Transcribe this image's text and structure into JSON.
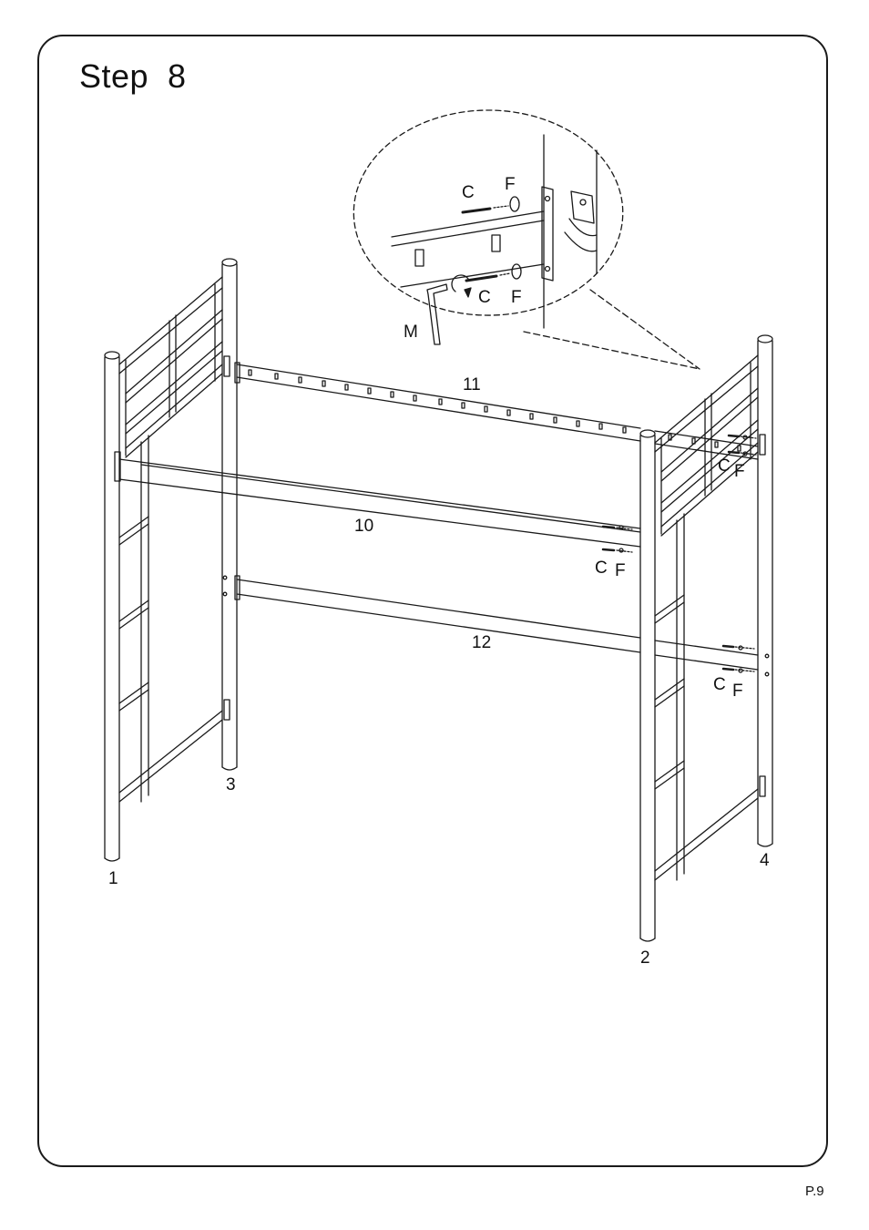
{
  "title": "Step  8",
  "page_number": "P.9",
  "detail_labels": {
    "screw_top": "C",
    "washer_top": "F",
    "screw_bottom": "C",
    "washer_bottom": "F",
    "allen_key": "M"
  },
  "part_labels": {
    "rail_back": "11",
    "rail_front": "10",
    "rail_lower": "12",
    "post_1": "1",
    "post_2": "2",
    "post_3": "3",
    "post_4": "4"
  },
  "hardware_labels": {
    "right_back_screw": "C",
    "right_back_washer": "F",
    "front_screw": "C",
    "front_washer": "F",
    "lower_screw": "C",
    "lower_washer": "F"
  },
  "colors": {
    "line": "#1a1a1a",
    "background": "#ffffff"
  }
}
